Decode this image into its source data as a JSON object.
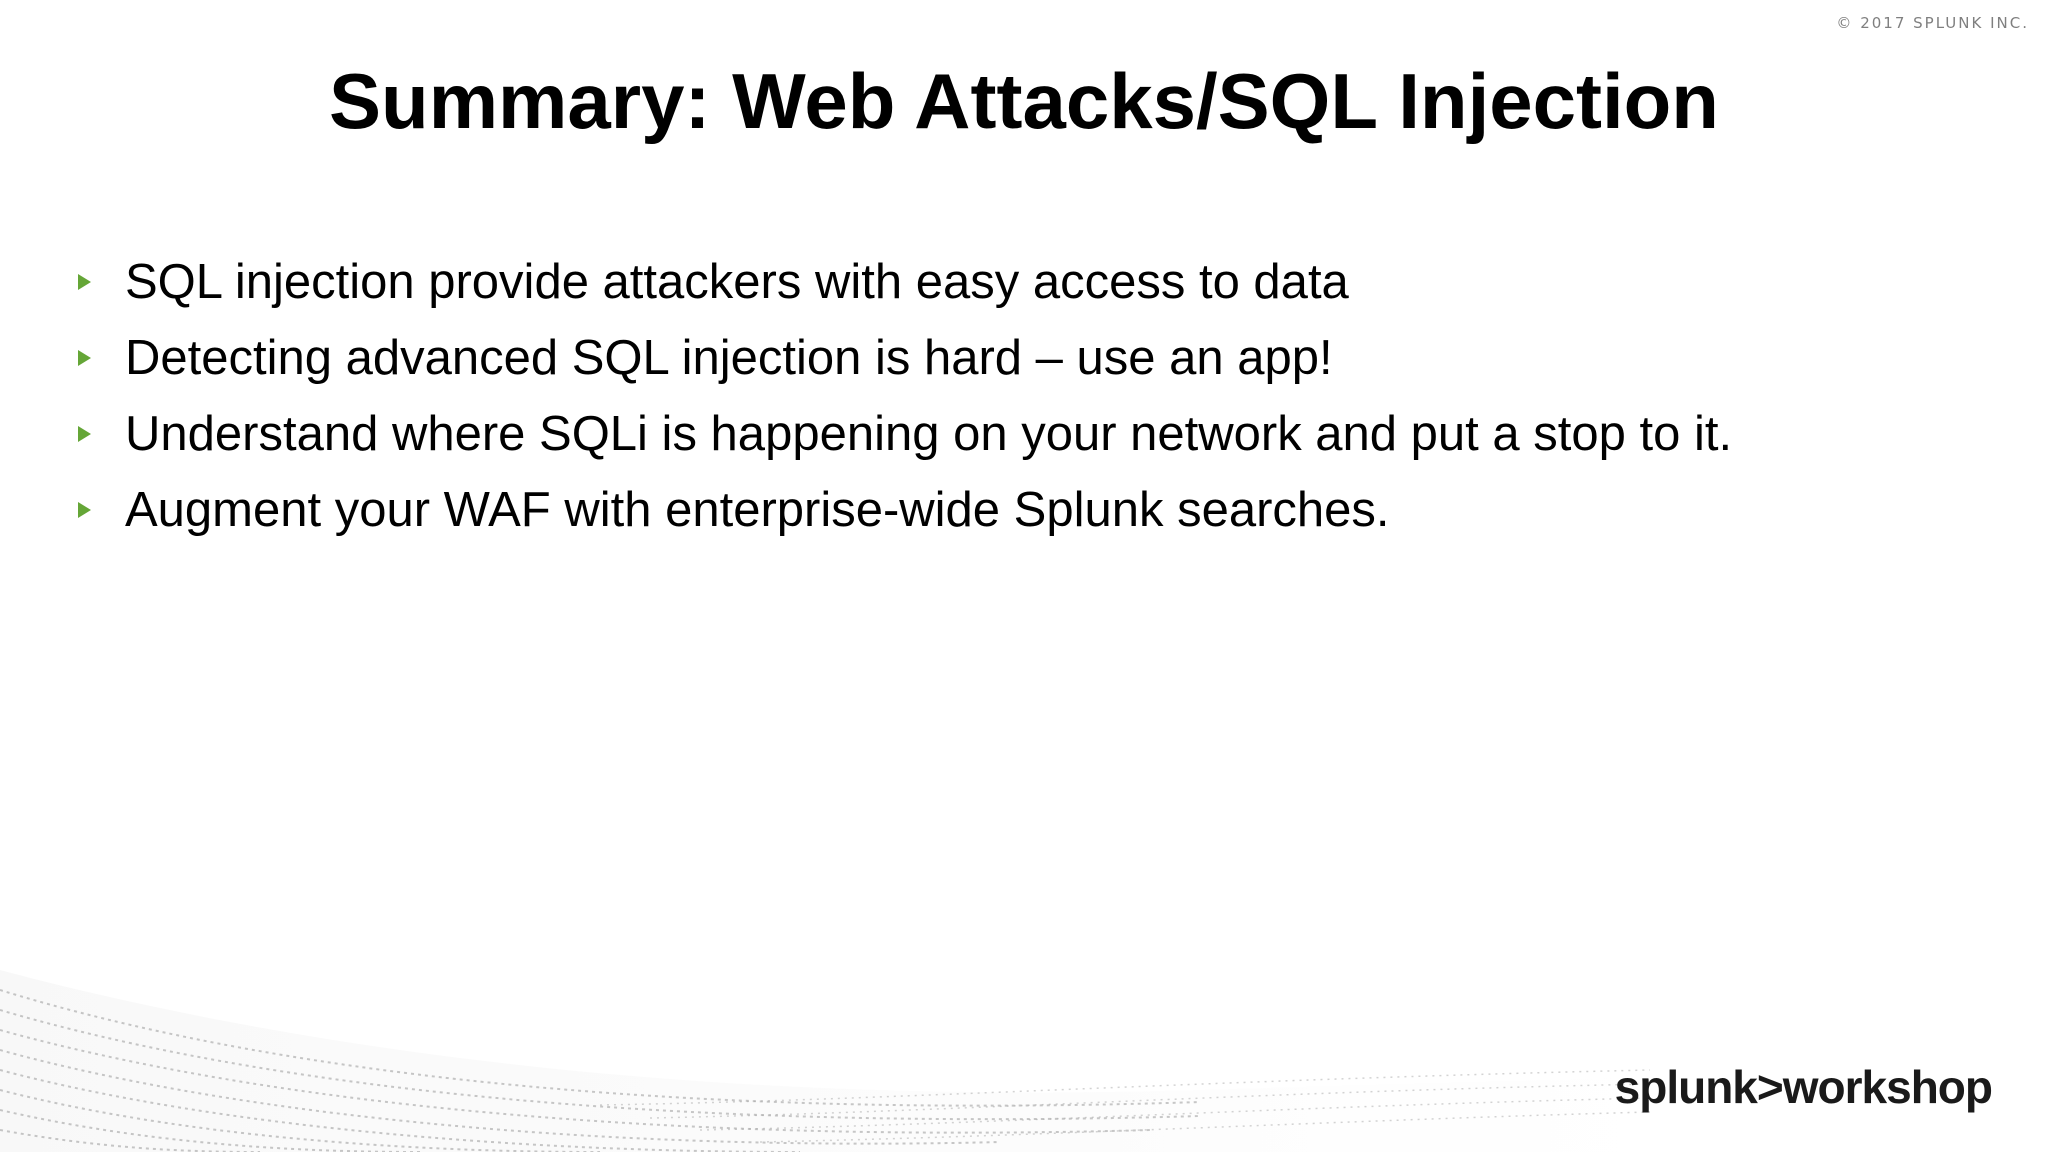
{
  "copyright": "© 2017 SPLUNK INC.",
  "title": "Summary: Web Attacks/SQL Injection",
  "bullets": [
    "SQL injection provide attackers with easy access to data",
    "Detecting advanced SQL injection is hard – use an app!",
    "Understand where SQLi is happening on your network and put a stop to it.",
    "Augment your WAF with enterprise-wide Splunk searches."
  ],
  "logo": {
    "text": "splunk>workshop"
  },
  "colors": {
    "bullet": "#65a637",
    "title": "#000000",
    "background": "#ffffff"
  },
  "icons": {
    "bullet": "triangle-bullet-icon"
  }
}
